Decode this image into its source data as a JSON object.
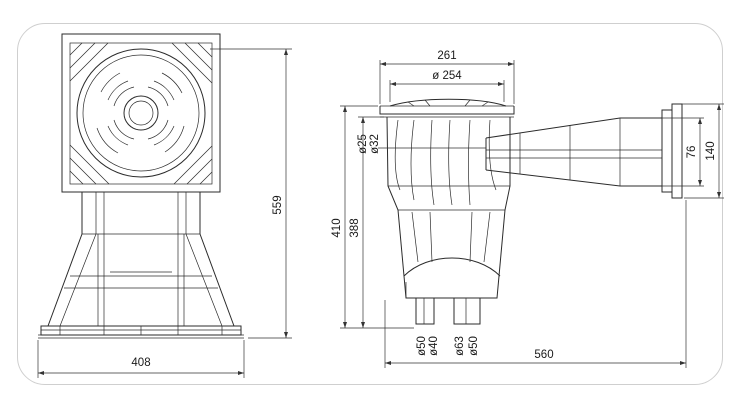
{
  "drawing": {
    "front_view": {
      "width_label": "408",
      "height_label": "559"
    },
    "side_view": {
      "top_width_label": "261",
      "lid_diameter_label": "ø 254",
      "outlet_a_label": "ø25",
      "outlet_b_label": "ø32",
      "total_height_label": "410",
      "body_height_label": "388",
      "bottom_ports": [
        "ø50",
        "ø40",
        "ø63",
        "ø50"
      ],
      "length_label": "560",
      "mouth_height_inner_label": "76",
      "mouth_height_outer_label": "140"
    },
    "colors": {
      "line": "#2b2b2b",
      "frame_border": "#cfcfcf",
      "background": "#ffffff"
    }
  }
}
